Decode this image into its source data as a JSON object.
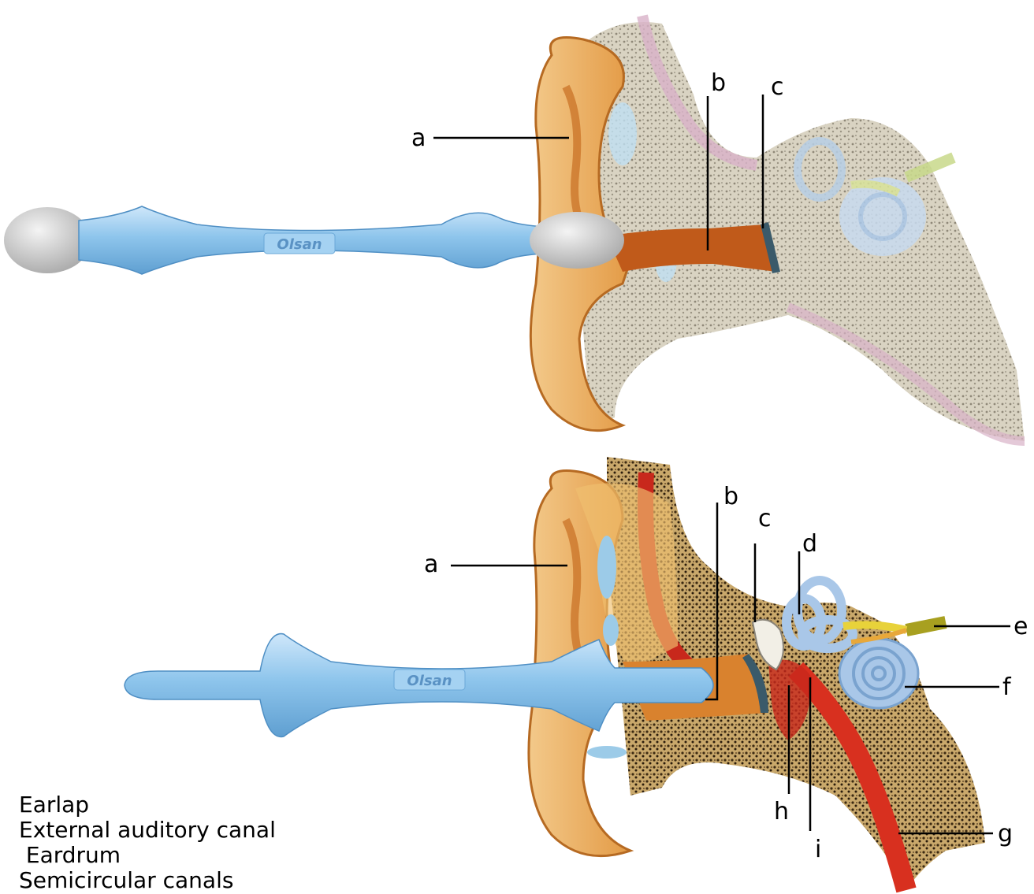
{
  "brand": "Olsan",
  "labels": {
    "top": [
      "a",
      "b",
      "c"
    ],
    "bottom": [
      "a",
      "b",
      "c",
      "d",
      "e",
      "f",
      "g",
      "h",
      "i"
    ]
  },
  "legend": [
    "Earlap",
    "External auditory canal",
    " Eardrum",
    "Semicircular canals"
  ],
  "colors": {
    "swab_blue": "#8ec5ec",
    "cotton": "#d8d8d8",
    "ear_skin": "#e8a65a",
    "canal": "#c05a1a",
    "bone_speckle": "#b8b0a0",
    "cochlea": "#a9c7e8",
    "blood": "#c8281c",
    "nerve": "#e8d23a"
  },
  "icons": [
    "cotton-swab-icon",
    "ear-anatomy-icon"
  ]
}
